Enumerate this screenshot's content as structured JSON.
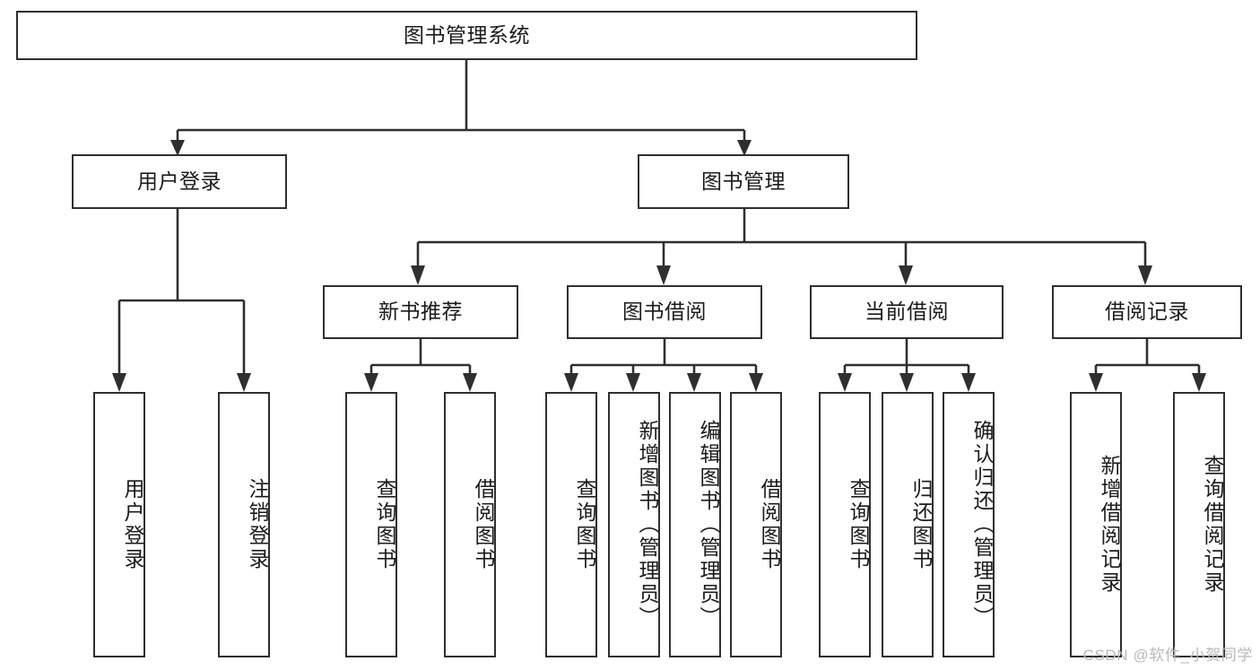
{
  "diagram": {
    "type": "tree",
    "title": "图书管理系统",
    "watermark": "CSDN @软件_小贺同学",
    "colors": {
      "stroke": "#2f2f2f",
      "fill": "#ffffff",
      "text": "#1b1b1b",
      "watermark": "#b9b9b9"
    },
    "root": {
      "label": "图书管理系统"
    },
    "level2": [
      {
        "id": "user-login",
        "label": "用户登录"
      },
      {
        "id": "book-manage",
        "label": "图书管理"
      }
    ],
    "level3": [
      {
        "id": "new-book-recommend",
        "label": "新书推荐"
      },
      {
        "id": "book-borrow",
        "label": "图书借阅"
      },
      {
        "id": "current-borrow",
        "label": "当前借阅"
      },
      {
        "id": "borrow-record",
        "label": "借阅记录"
      }
    ],
    "leaves": {
      "user-login": [
        {
          "id": "leaf-user-login",
          "label": "用户登录"
        },
        {
          "id": "leaf-logout-login",
          "label": "注销登录"
        }
      ],
      "new-book-recommend": [
        {
          "id": "leaf-query-book-1",
          "label": "查询图书"
        },
        {
          "id": "leaf-borrow-book-1",
          "label": "借阅图书"
        }
      ],
      "book-borrow": [
        {
          "id": "leaf-query-book-2",
          "label": "查询图书"
        },
        {
          "id": "leaf-add-book",
          "label": "新增图书（管理员）"
        },
        {
          "id": "leaf-edit-book",
          "label": "编辑图书（管理员）"
        },
        {
          "id": "leaf-borrow-book-2",
          "label": "借阅图书"
        }
      ],
      "current-borrow": [
        {
          "id": "leaf-query-book-3",
          "label": "查询图书"
        },
        {
          "id": "leaf-return-book",
          "label": "归还图书"
        },
        {
          "id": "leaf-confirm-return",
          "label": "确认归还（管理员）"
        }
      ],
      "borrow-record": [
        {
          "id": "leaf-add-record",
          "label": "新增借阅记录"
        },
        {
          "id": "leaf-query-record",
          "label": "查询借阅记录"
        }
      ]
    }
  }
}
